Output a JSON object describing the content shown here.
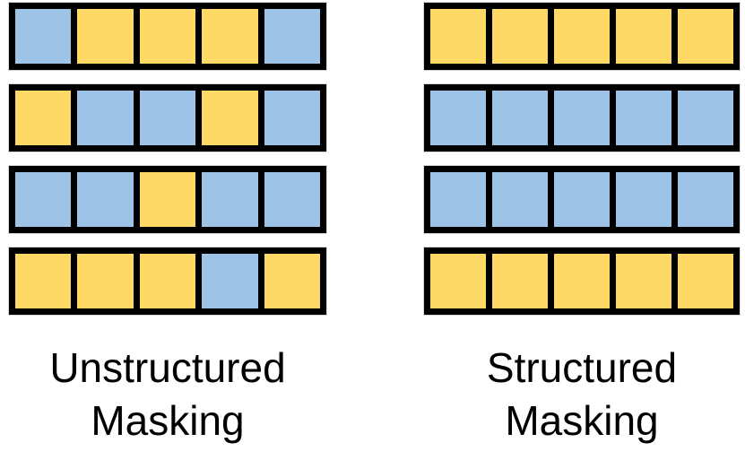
{
  "colors": {
    "blue": "#9DC3E6",
    "yellow": "#FFD966",
    "border": "#000000",
    "text": "#000000"
  },
  "left_panel": {
    "label_line1": "Unstructured",
    "label_line2": "Masking",
    "rows": [
      [
        "blue",
        "yellow",
        "yellow",
        "yellow",
        "blue"
      ],
      [
        "yellow",
        "blue",
        "blue",
        "yellow",
        "blue"
      ],
      [
        "blue",
        "blue",
        "yellow",
        "blue",
        "blue"
      ],
      [
        "yellow",
        "yellow",
        "yellow",
        "blue",
        "yellow"
      ]
    ]
  },
  "right_panel": {
    "label_line1": "Structured",
    "label_line2": "Masking",
    "rows": [
      [
        "yellow",
        "yellow",
        "yellow",
        "yellow",
        "yellow"
      ],
      [
        "blue",
        "blue",
        "blue",
        "blue",
        "blue"
      ],
      [
        "blue",
        "blue",
        "blue",
        "blue",
        "blue"
      ],
      [
        "yellow",
        "yellow",
        "yellow",
        "yellow",
        "yellow"
      ]
    ]
  }
}
